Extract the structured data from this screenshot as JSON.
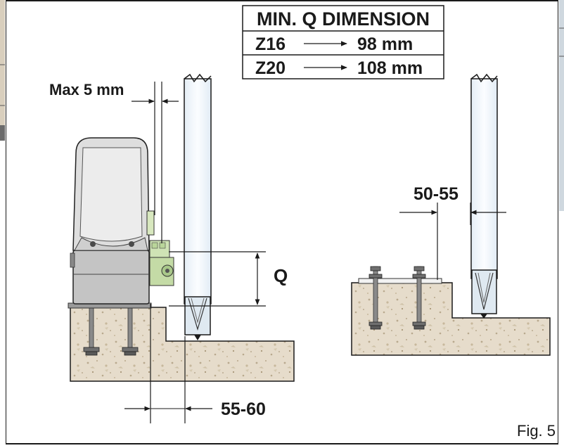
{
  "table": {
    "header": "MIN. Q DIMENSION",
    "rows": [
      {
        "model": "Z16",
        "value": "98 mm"
      },
      {
        "model": "Z20",
        "value": "108 mm"
      }
    ]
  },
  "labels": {
    "max_gap": "Max 5 mm",
    "q_dimension": "Q",
    "bottom_dimension": "55-60",
    "right_dimension": "50-55"
  },
  "caption": "Fig. 5",
  "colors": {
    "line": "#1a1a1a",
    "concrete": "#e6dccb",
    "concrete_speck": "#b9a98e",
    "motor_cover": "#dcdcdc",
    "motor_base": "#c4c4c4",
    "rack_green": "#cfe3b5",
    "gate_fill": "#f0f6fb"
  }
}
